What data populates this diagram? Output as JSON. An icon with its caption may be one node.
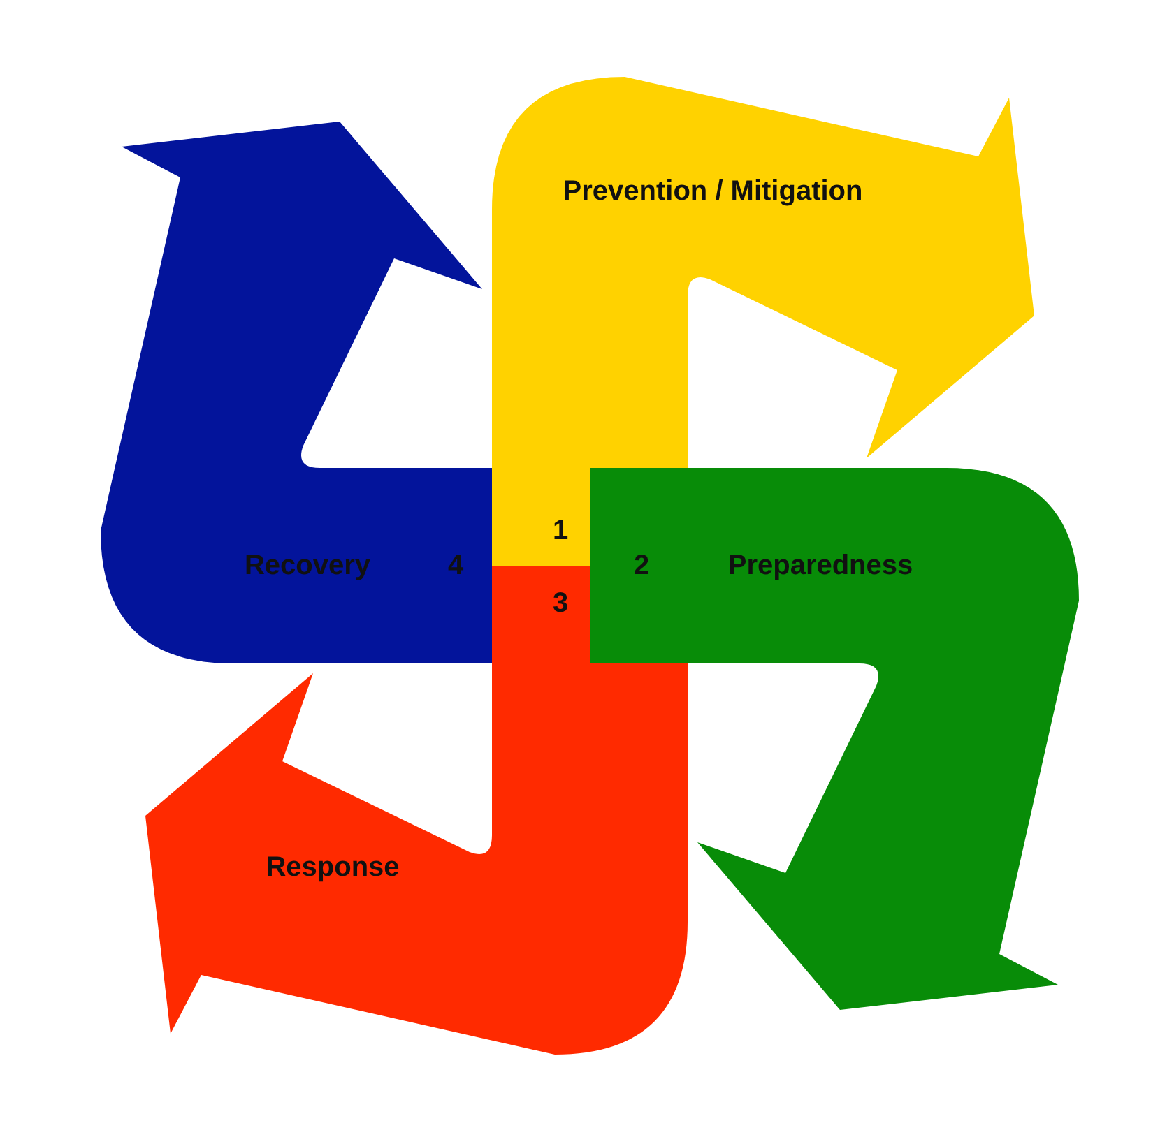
{
  "diagram": {
    "nodes": [
      {
        "text": [
          "Prevention / Mitigation",
          "1"
        ]
      },
      {
        "text": [
          "2",
          "Preparedness"
        ]
      },
      {
        "text": [
          "3",
          "Response"
        ]
      },
      {
        "text": [
          "Recovery",
          "4"
        ]
      }
    ]
  }
}
